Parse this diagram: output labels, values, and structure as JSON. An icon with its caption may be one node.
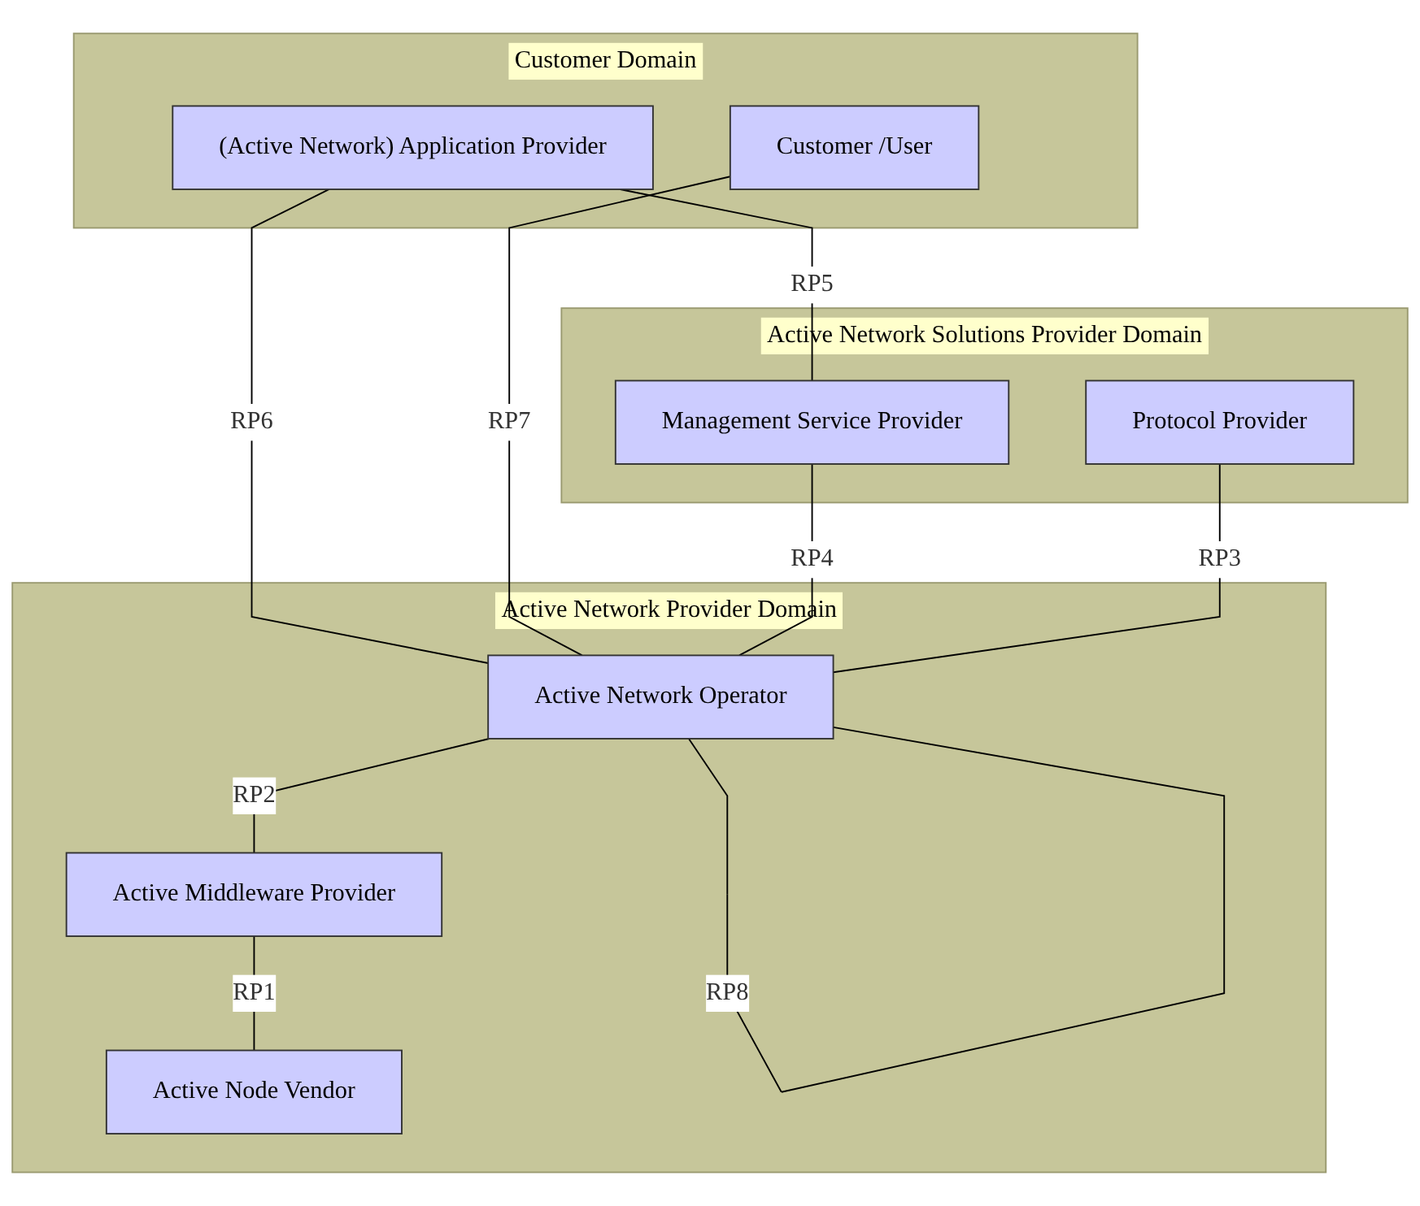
{
  "diagram": {
    "nodes": [
      {
        "text": [
          "Customer Domain"
        ]
      },
      {
        "text": [
          "(Active Network) Application Provider"
        ],
        "in": 0
      },
      {
        "text": [
          "Customer /User"
        ],
        "in": 0
      },
      {
        "text": [
          "Active Network Solutions Provider Domain"
        ]
      },
      {
        "text": [
          "Management Service Provider"
        ],
        "in": 3
      },
      {
        "text": [
          "Protocol Provider"
        ],
        "in": 3
      },
      {
        "text": [
          "Active Network Provider Domain"
        ]
      },
      {
        "text": [
          "Active Network Operator"
        ],
        "in": 6
      },
      {
        "text": [
          "Active Middleware Provider"
        ],
        "in": 6
      },
      {
        "text": [
          "Active Node Vendor"
        ],
        "in": 6
      }
    ],
    "edges": [
      {
        "from": 1,
        "to": 4,
        "arrow": "none",
        "label": "RP5"
      },
      {
        "from": 1,
        "to": 7,
        "arrow": "none",
        "label": "RP6"
      },
      {
        "from": 2,
        "to": 7,
        "arrow": "none",
        "label": "RP7"
      },
      {
        "from": 4,
        "to": 7,
        "arrow": "none",
        "label": "RP4"
      },
      {
        "from": 5,
        "to": 7,
        "arrow": "none",
        "label": "RP3"
      },
      {
        "from": 7,
        "to": 7,
        "arrow": "none",
        "label": "RP8"
      },
      {
        "from": 7,
        "to": 8,
        "arrow": "none",
        "label": "RP2"
      },
      {
        "from": 8,
        "to": 9,
        "arrow": "none",
        "label": "RP1"
      }
    ]
  }
}
